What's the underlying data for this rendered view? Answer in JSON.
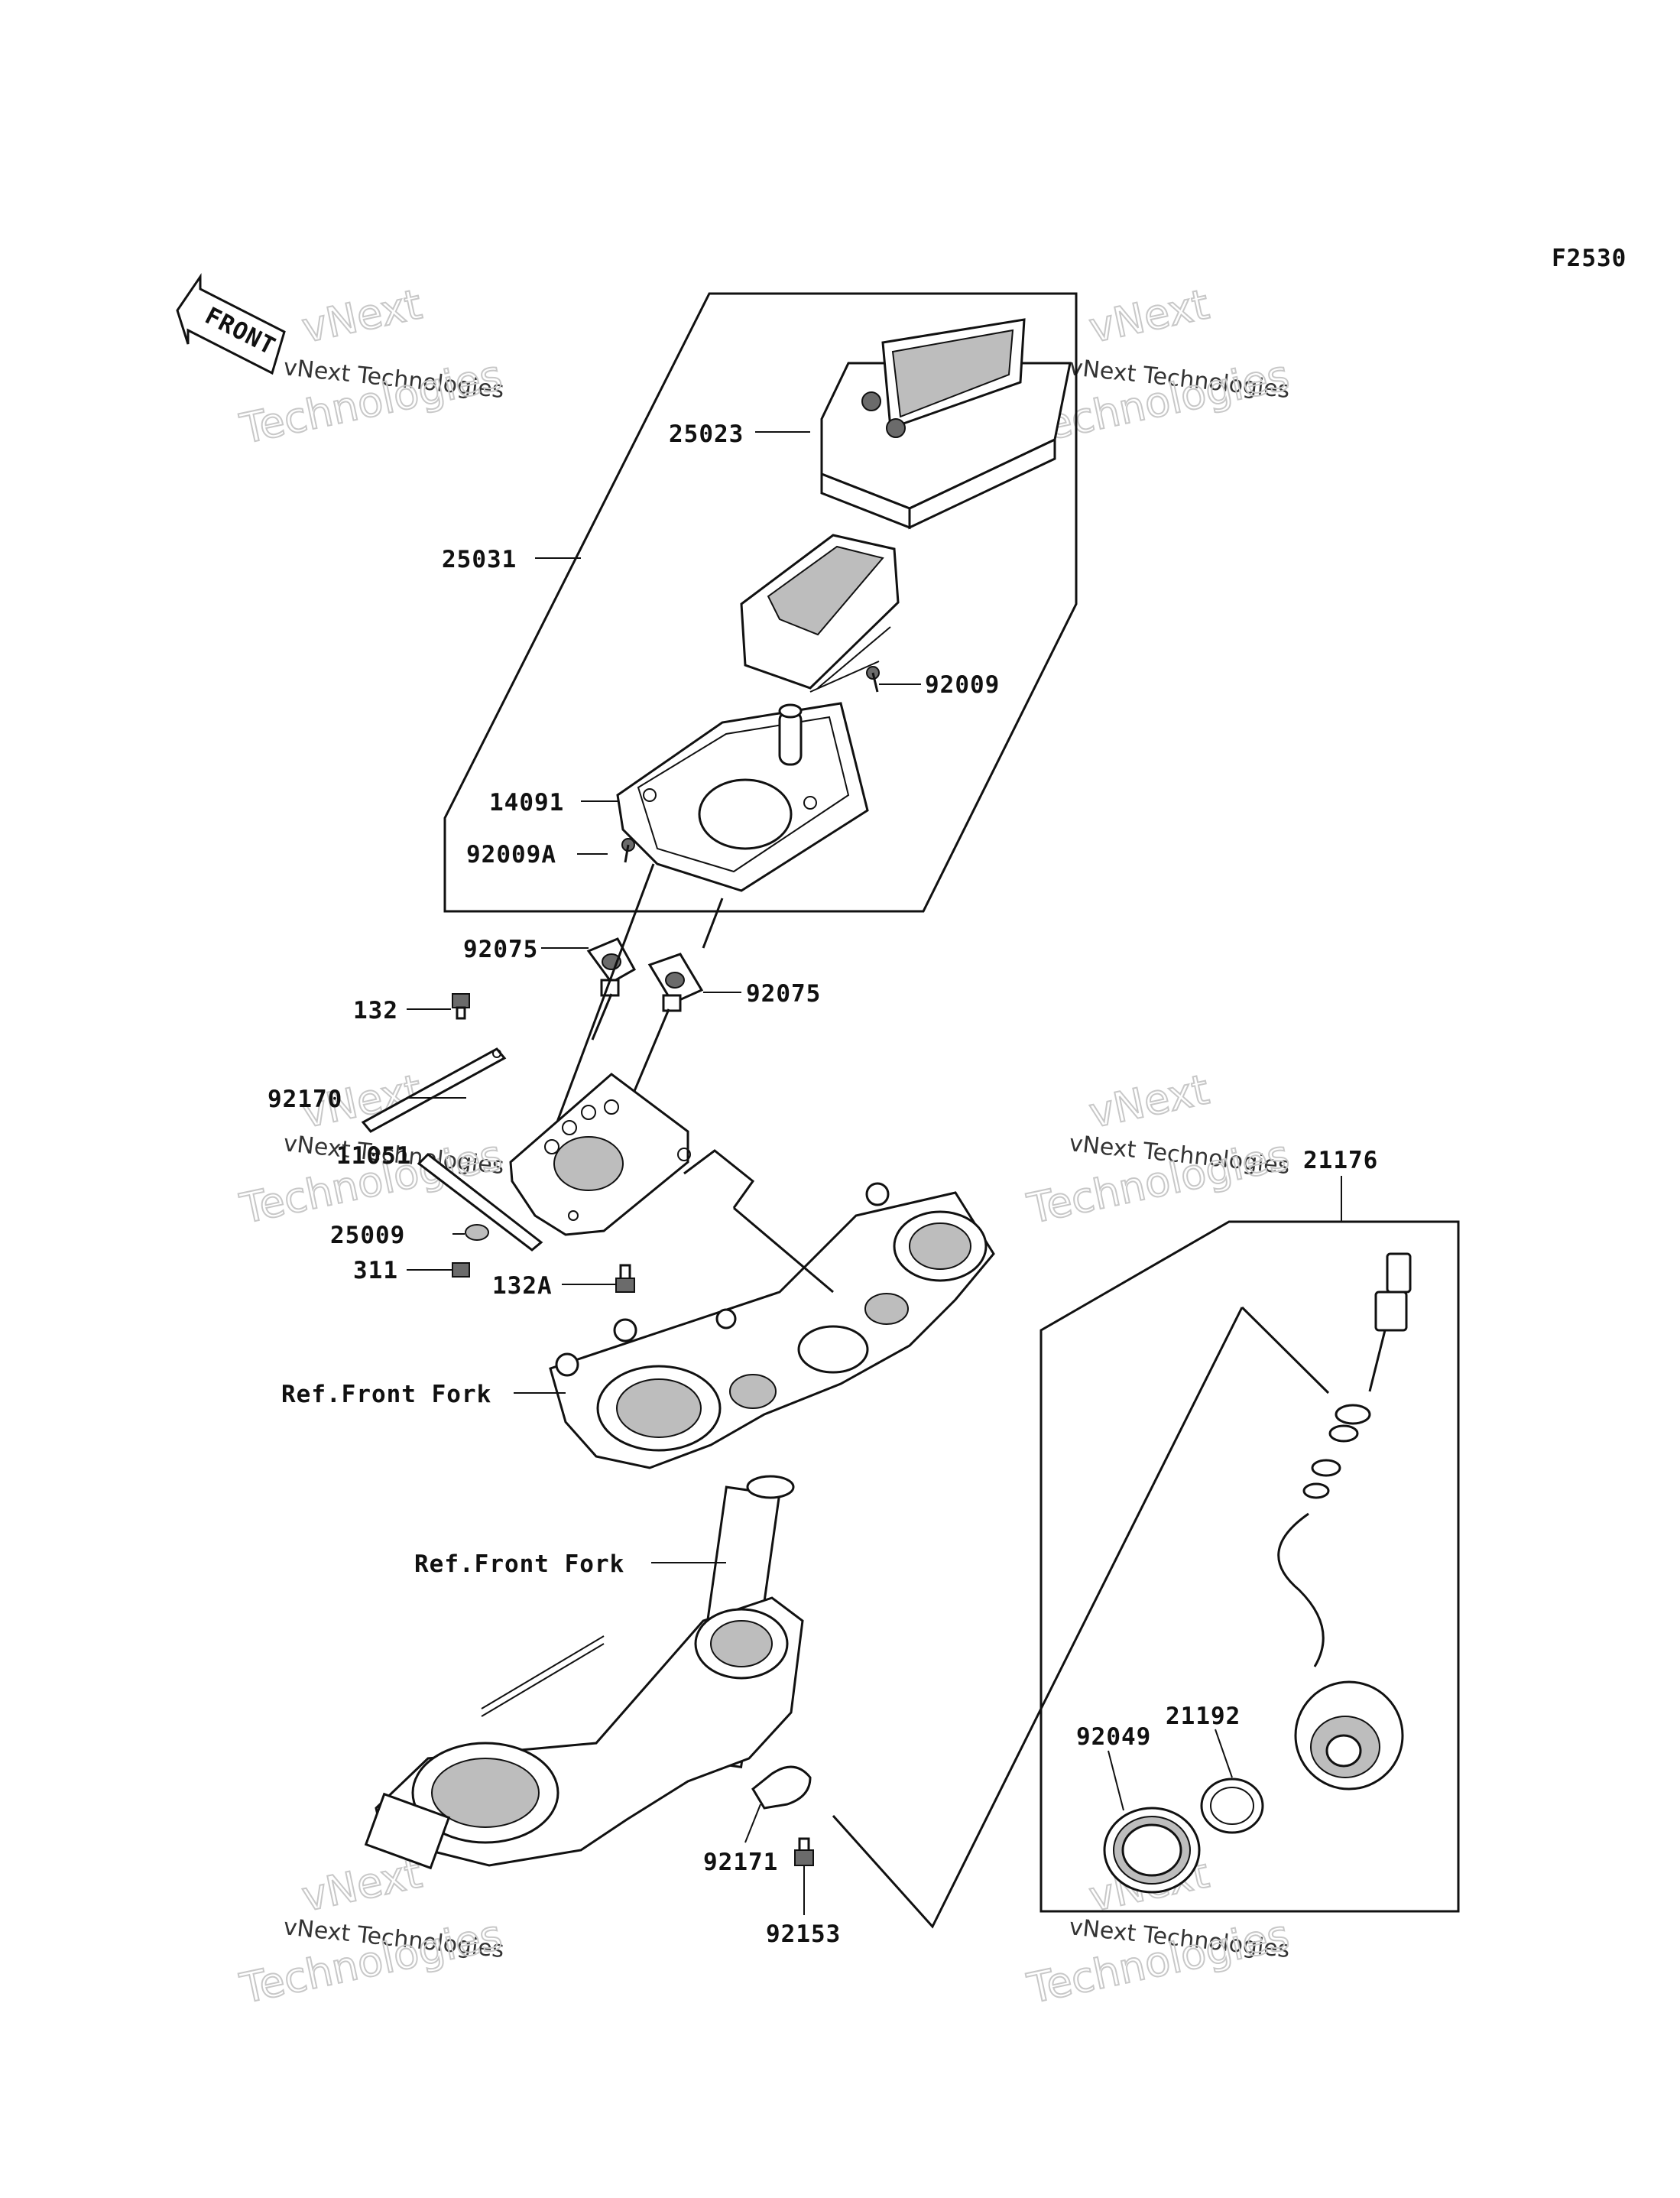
{
  "diagram_code": "F2530",
  "front_arrow": "FRONT",
  "watermark": {
    "line1": "vNext",
    "line2": "vNext Technologies",
    "line3": "Technologies"
  },
  "labels": {
    "p25023": "25023",
    "p25031": "25031",
    "p92009": "92009",
    "p14091": "14091",
    "p92009a": "92009A",
    "p92075_left": "92075",
    "p92075_right": "92075",
    "p132": "132",
    "p92170": "92170",
    "p11051": "11051",
    "p25009": "25009",
    "p311": "311",
    "p132a": "132A",
    "ref_front_fork_upper": "Ref.Front Fork",
    "ref_front_fork_lower": "Ref.Front Fork",
    "p21176": "21176",
    "p21192": "21192",
    "p92049": "92049",
    "p92171": "92171",
    "p92153": "92153"
  },
  "colors": {
    "line": "#111111",
    "shade": "#bdbdbd",
    "watermark": "#c8c8c8"
  }
}
